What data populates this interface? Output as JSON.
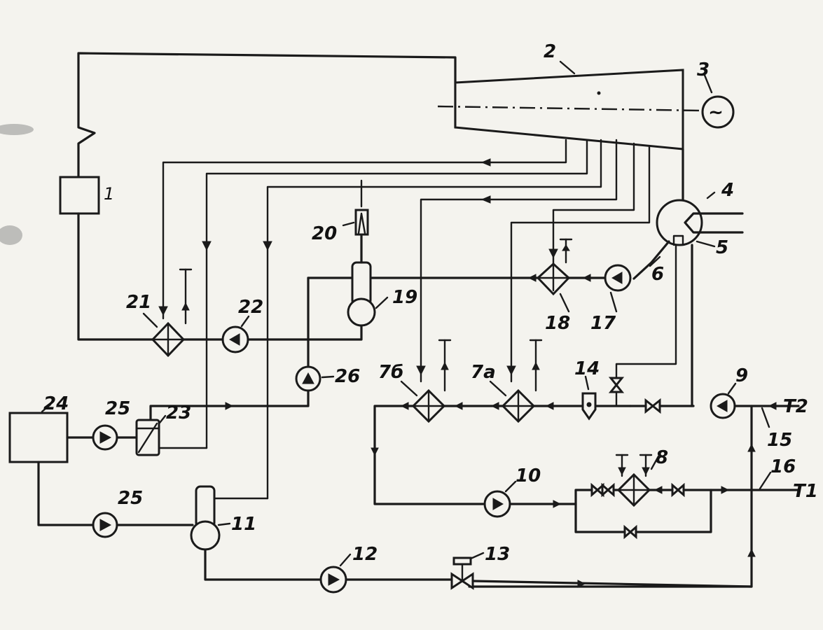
{
  "diagram": {
    "labels": {
      "n1": "1",
      "n2": "2",
      "n3": "3",
      "n4": "4",
      "n5": "5",
      "n6": "6",
      "n7a": "7а",
      "n7b": "7б",
      "n8": "8",
      "n9": "9",
      "n10": "10",
      "n11": "11",
      "n12": "12",
      "n13": "13",
      "n14": "14",
      "n15": "15",
      "n16": "16",
      "n17": "17",
      "n18": "18",
      "n19": "19",
      "n20": "20",
      "n21": "21",
      "n22": "22",
      "n23": "23",
      "n24": "24",
      "n25a": "25",
      "n25b": "25",
      "n26": "26"
    },
    "outlets": {
      "t2": "T2",
      "t1": "T1"
    },
    "generator_symbol": "~"
  }
}
